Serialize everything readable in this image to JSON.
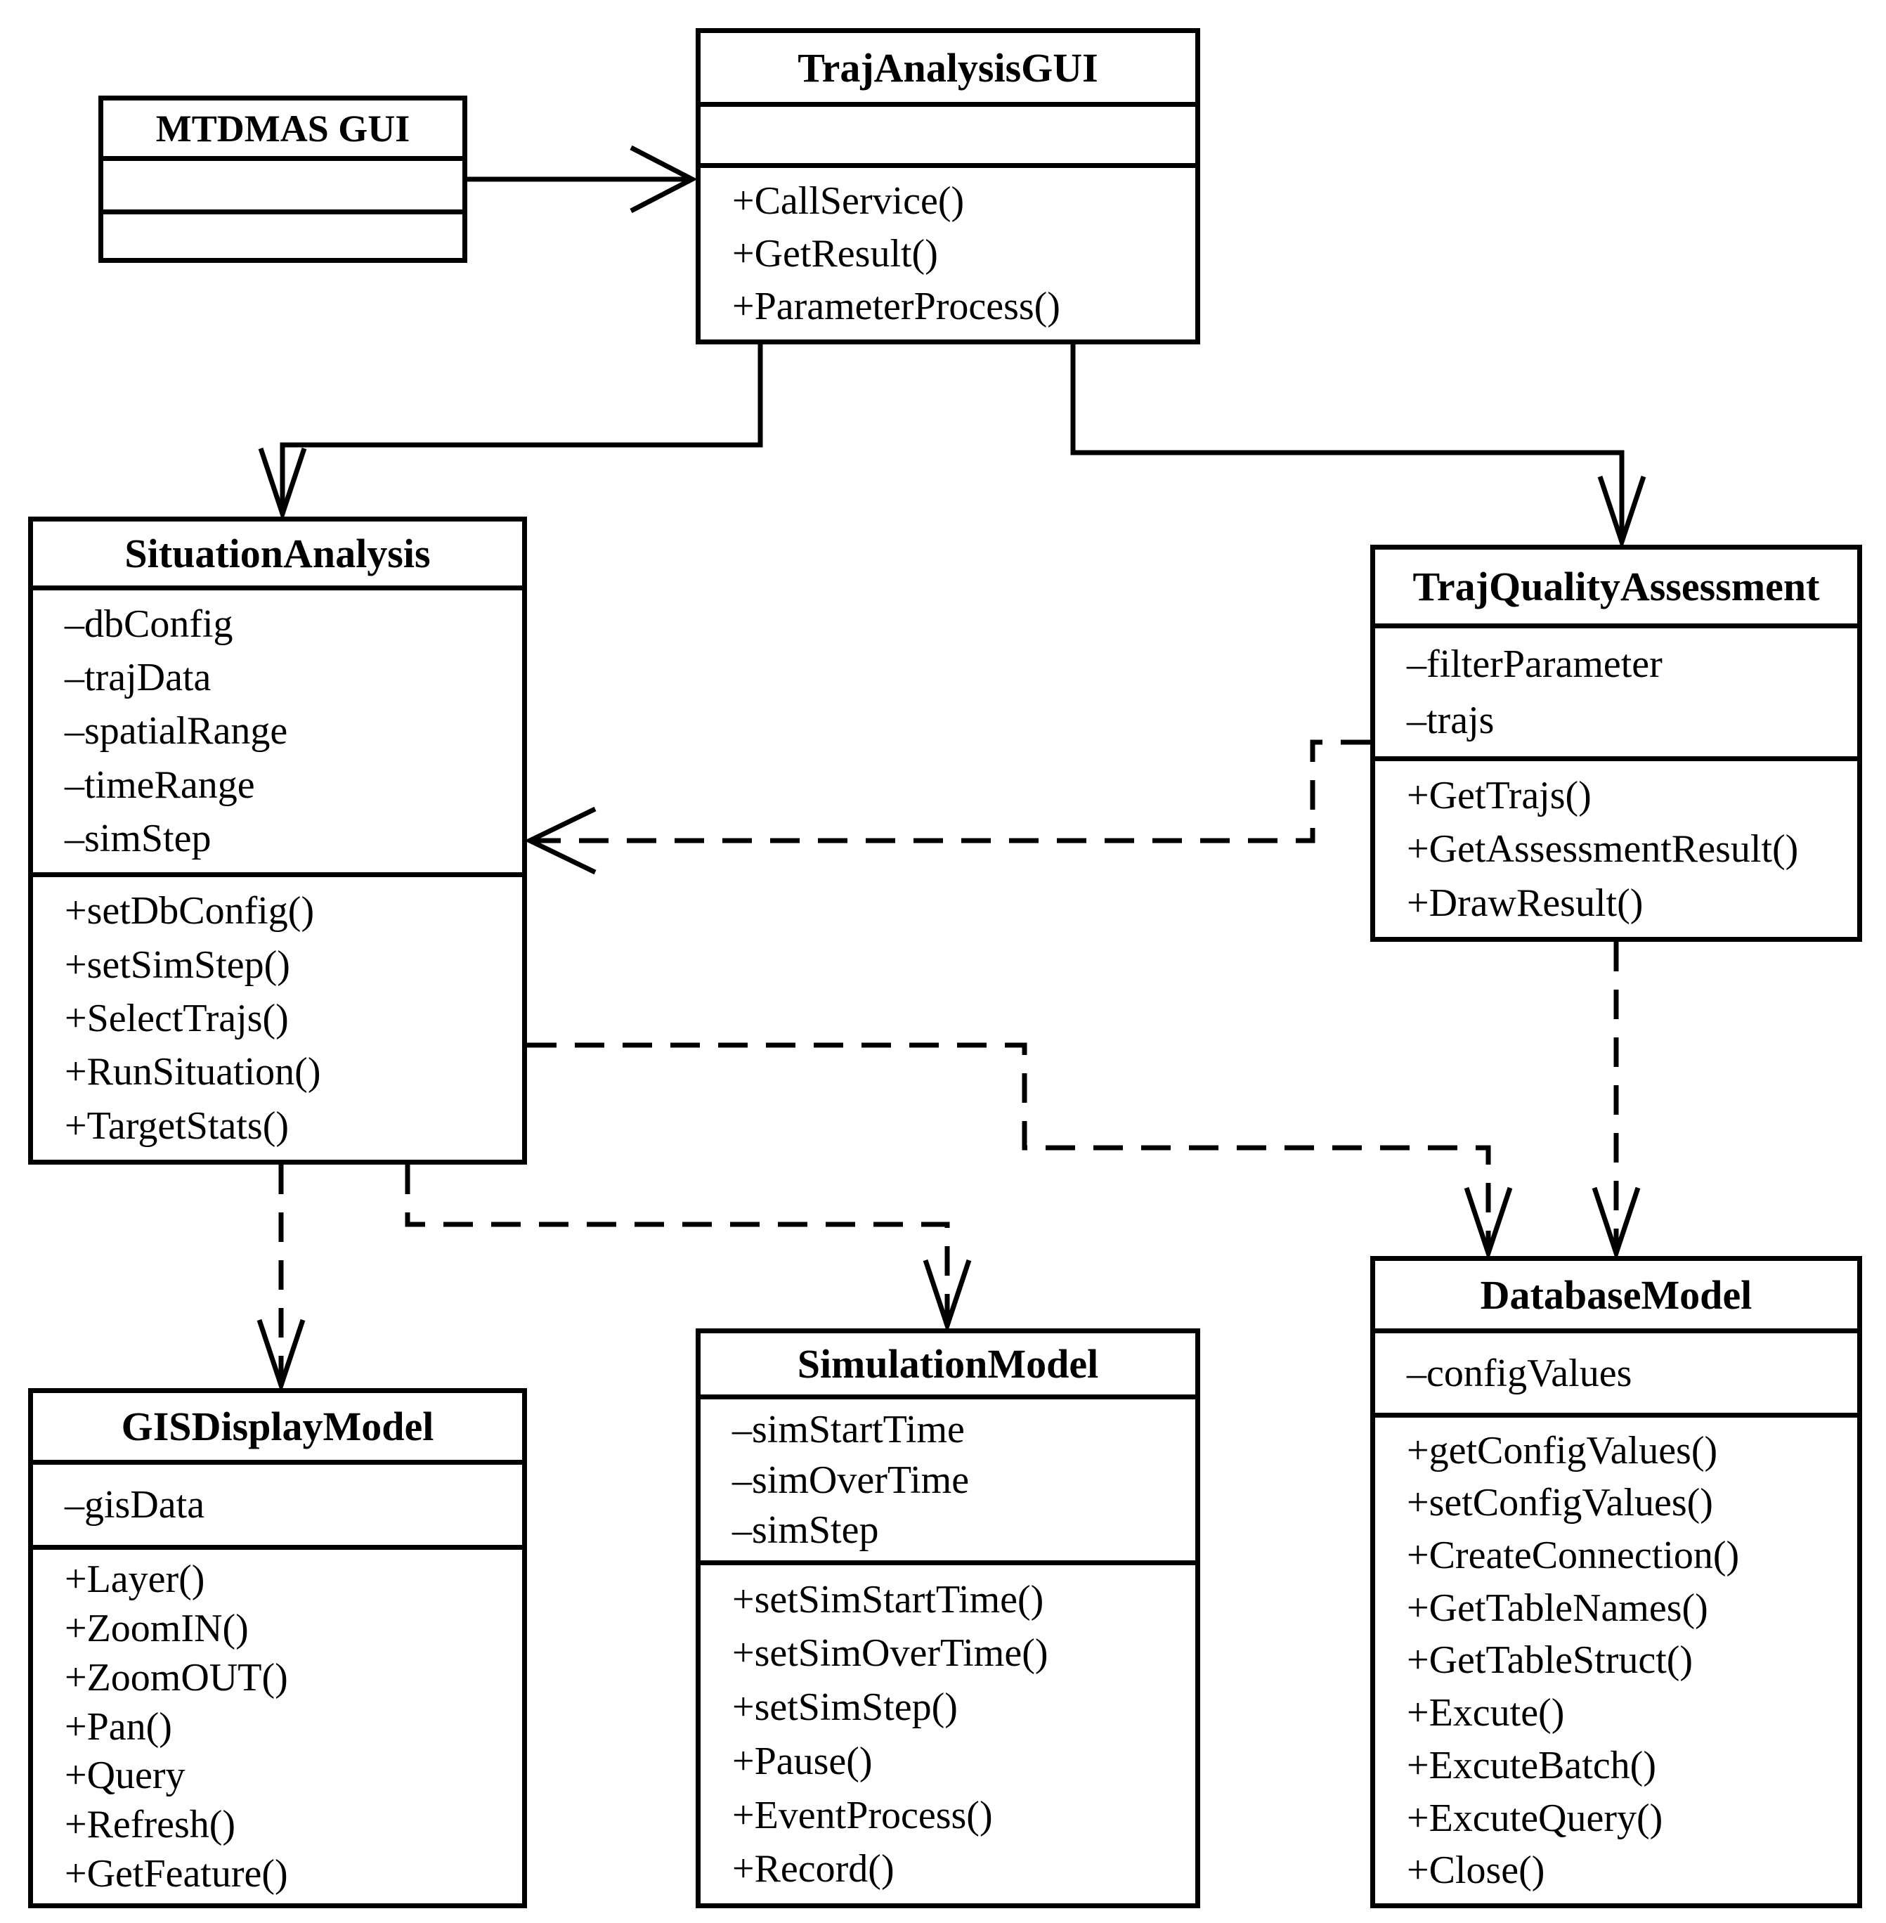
{
  "diagram": {
    "type": "uml-class-diagram",
    "background_color": "#ffffff",
    "line_color": "#000000",
    "classes": {
      "mtdmas_gui": {
        "title": "MTDMAS GUI",
        "attributes": [],
        "methods": []
      },
      "traj_analysis_gui": {
        "title": "TrajAnalysisGUI",
        "attributes": [],
        "methods": [
          "+CallService()",
          "+GetResult()",
          "+ParameterProcess()"
        ]
      },
      "situation_analysis": {
        "title": "SituationAnalysis",
        "attributes": [
          "–dbConfig",
          "–trajData",
          "–spatialRange",
          "–timeRange",
          "–simStep"
        ],
        "methods": [
          "+setDbConfig()",
          "+setSimStep()",
          "+SelectTrajs()",
          "+RunSituation()",
          "+TargetStats()"
        ]
      },
      "traj_quality_assessment": {
        "title": "TrajQualityAssessment",
        "attributes": [
          "–filterParameter",
          "–trajs"
        ],
        "methods": [
          "+GetTrajs()",
          "+GetAssessmentResult()",
          "+DrawResult()"
        ]
      },
      "gis_display_model": {
        "title": "GISDisplayModel",
        "attributes": [
          "–gisData"
        ],
        "methods": [
          "+Layer()",
          "+ZoomIN()",
          "+ZoomOUT()",
          "+Pan()",
          "+Query",
          "+Refresh()",
          "+GetFeature()"
        ]
      },
      "simulation_model": {
        "title": "SimulationModel",
        "attributes": [
          "–simStartTime",
          "–simOverTime",
          "–simStep"
        ],
        "methods": [
          "+setSimStartTime()",
          "+setSimOverTime()",
          "+setSimStep()",
          "+Pause()",
          "+EventProcess()",
          "+Record()"
        ]
      },
      "database_model": {
        "title": "DatabaseModel",
        "attributes": [
          "–configValues"
        ],
        "methods": [
          "+getConfigValues()",
          "+setConfigValues()",
          "+CreateConnection()",
          "+GetTableNames()",
          "+GetTableStruct()",
          "+Excute()",
          "+ExcuteBatch()",
          "+ExcuteQuery()",
          "+Close()"
        ]
      }
    },
    "relations": [
      {
        "from": "MTDMAS GUI",
        "to": "TrajAnalysisGUI",
        "line": "solid",
        "arrow": "open"
      },
      {
        "from": "TrajAnalysisGUI",
        "to": "SituationAnalysis",
        "line": "solid",
        "arrow": "open"
      },
      {
        "from": "TrajAnalysisGUI",
        "to": "TrajQualityAssessment",
        "line": "solid",
        "arrow": "open"
      },
      {
        "from": "TrajQualityAssessment",
        "to": "SituationAnalysis",
        "line": "dashed",
        "arrow": "open"
      },
      {
        "from": "SituationAnalysis",
        "to": "GISDisplayModel",
        "line": "dashed",
        "arrow": "open"
      },
      {
        "from": "SituationAnalysis",
        "to": "SimulationModel",
        "line": "dashed",
        "arrow": "open"
      },
      {
        "from": "SituationAnalysis",
        "to": "DatabaseModel",
        "line": "dashed",
        "arrow": "open"
      },
      {
        "from": "TrajQualityAssessment",
        "to": "DatabaseModel",
        "line": "dashed",
        "arrow": "open"
      }
    ]
  }
}
